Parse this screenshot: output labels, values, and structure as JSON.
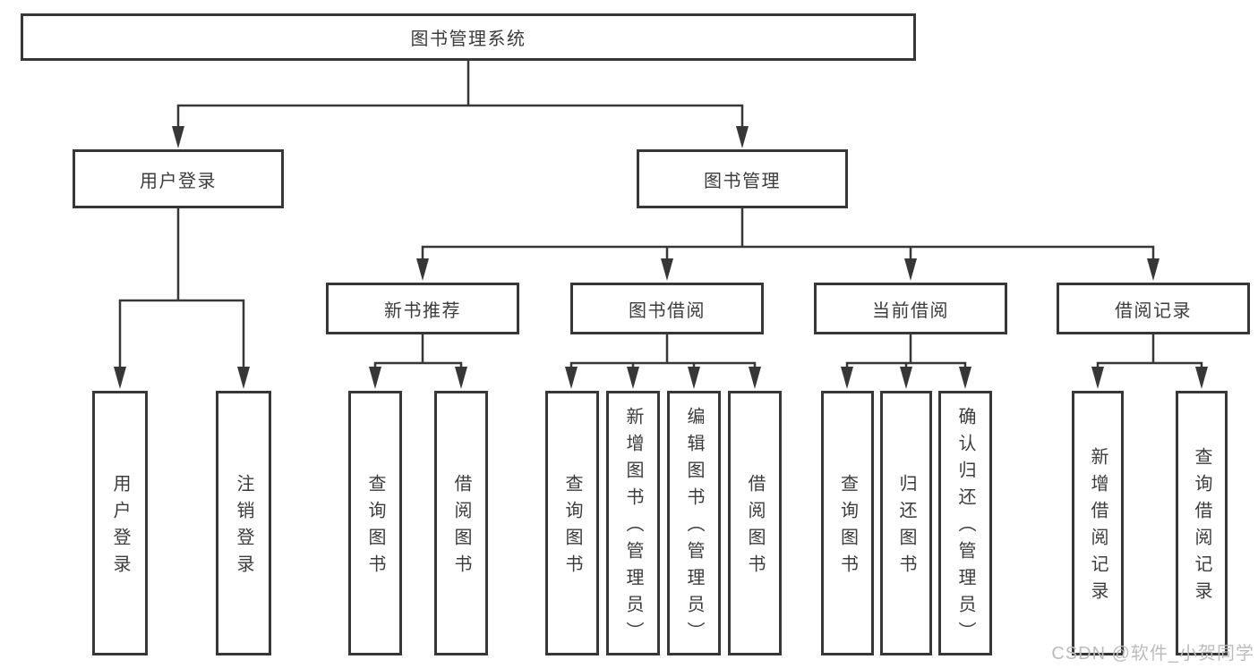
{
  "title": "图书管理系统",
  "colors": {
    "line": "#373737",
    "box_border": "#373737",
    "text": "#3c3c3c",
    "watermark": "#bcbcbc",
    "background": "#ffffff"
  },
  "tree": {
    "root": "图书管理系统",
    "branches": [
      {
        "label": "用户登录",
        "leaves": [
          "用户登录",
          "注销登录"
        ]
      },
      {
        "label": "图书管理",
        "groups": [
          {
            "label": "新书推荐",
            "leaves": [
              "查询图书",
              "借阅图书"
            ]
          },
          {
            "label": "图书借阅",
            "leaves": [
              "查询图书",
              "新增图书（管理员）",
              "编辑图书（管理员）",
              "借阅图书"
            ]
          },
          {
            "label": "当前借阅",
            "leaves": [
              "查询图书",
              "归还图书",
              "确认归还（管理员）"
            ]
          },
          {
            "label": "借阅记录",
            "leaves": [
              "新增借阅记录",
              "查询借阅记录"
            ]
          }
        ]
      }
    ]
  },
  "watermark": "CSDN @软件_小贺同学"
}
